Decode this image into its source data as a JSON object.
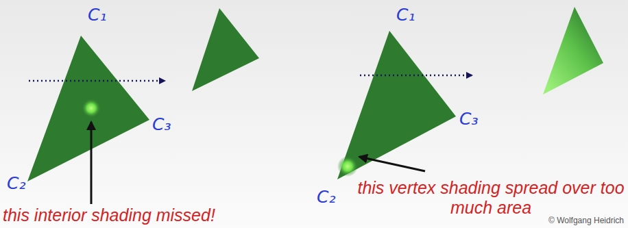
{
  "diagram": {
    "labels": [
      "C₁",
      "C₃",
      "C₂",
      "this interior shading missed!",
      "C₁",
      "C₃",
      "C₂",
      "this vertex shading spread over too much area",
      "© Wolfgang Heidrich"
    ]
  }
}
